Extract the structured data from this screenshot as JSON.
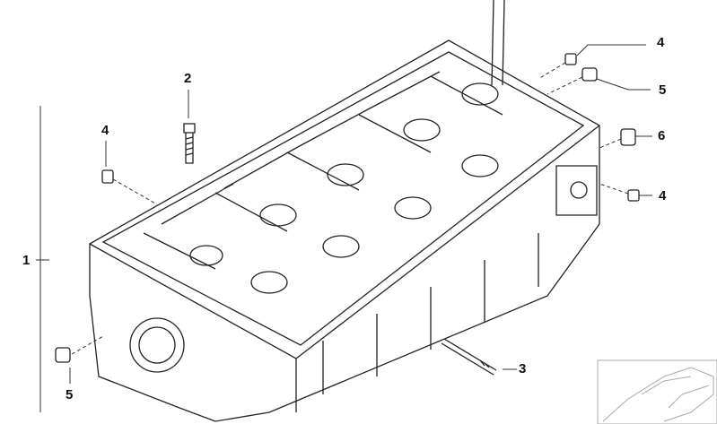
{
  "callouts": [
    {
      "id": "c1",
      "text": "1"
    },
    {
      "id": "c2",
      "text": "2"
    },
    {
      "id": "c3",
      "text": "3"
    },
    {
      "id": "c4a",
      "text": "4"
    },
    {
      "id": "c4b",
      "text": "4"
    },
    {
      "id": "c5a",
      "text": "5"
    },
    {
      "id": "c6",
      "text": "6"
    },
    {
      "id": "c4c",
      "text": "4"
    },
    {
      "id": "c5b",
      "text": "5"
    }
  ]
}
